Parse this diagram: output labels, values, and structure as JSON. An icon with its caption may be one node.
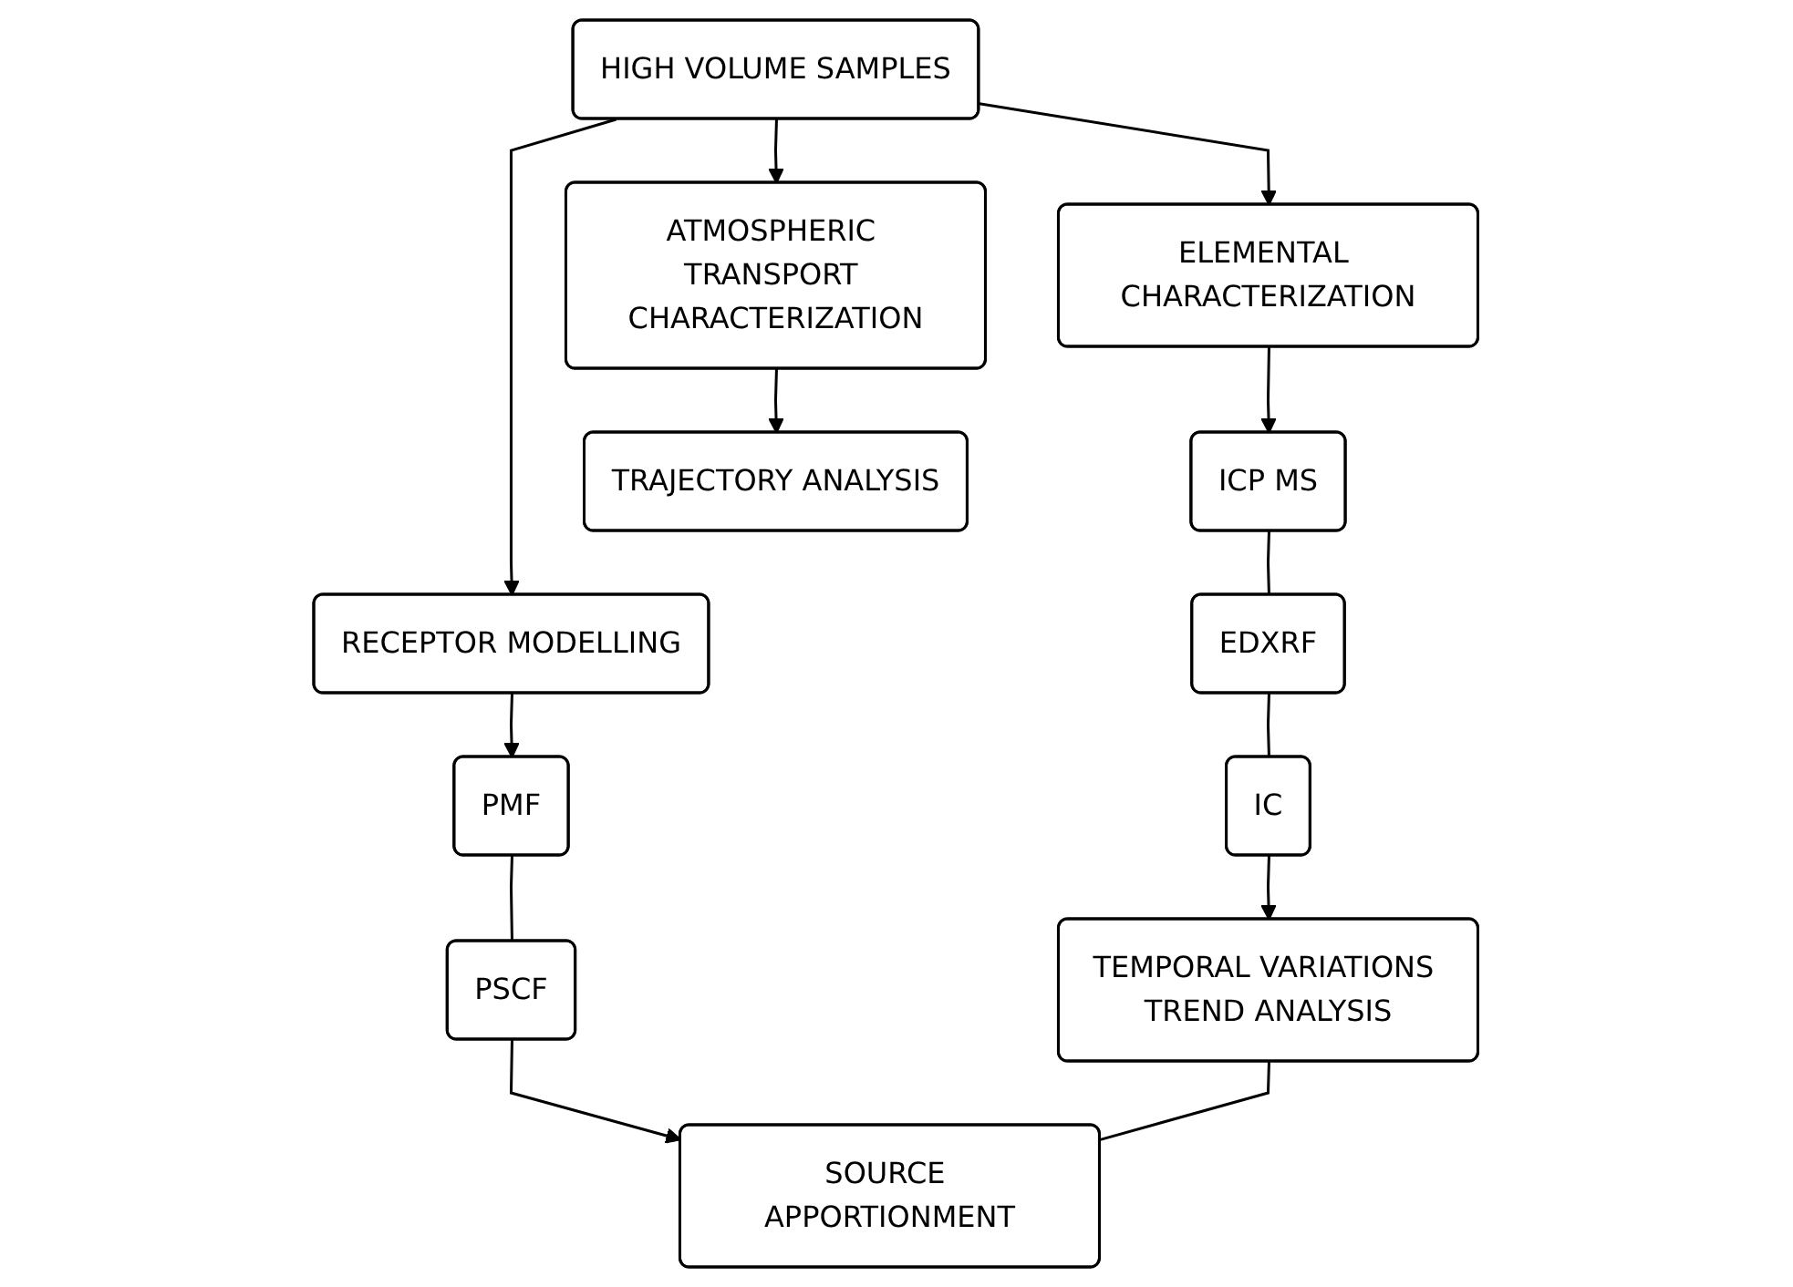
{
  "diagram": {
    "nodes": [
      {
        "text": [
          "HIGH VOLUME SAMPLES"
        ]
      },
      {
        "text": [
          "ELEMENTAL CHARACTERIZATION"
        ]
      },
      {
        "text": [
          "ATMOSPHERIC TRANSPORT CHARACTERIZATION"
        ]
      },
      {
        "text": [
          "RECEPTOR MODELLING"
        ]
      },
      {
        "text": [
          "ICP MS"
        ]
      },
      {
        "text": [
          "TRAJECTORY ANALYSIS"
        ]
      },
      {
        "text": [
          "PMF"
        ]
      },
      {
        "text": [
          "EDXRF"
        ]
      },
      {
        "text": [
          "PSCF"
        ]
      },
      {
        "text": [
          "IC"
        ]
      },
      {
        "text": [
          "TEMPORAL VARIATIONS TREND ANALYSIS"
        ]
      },
      {
        "text": [
          "SOURCE APPORTIONMENT"
        ]
      }
    ],
    "edges": [
      {
        "from": 0,
        "to": 1,
        "arrow": "to"
      },
      {
        "from": 0,
        "to": 2,
        "arrow": "to"
      },
      {
        "from": 0,
        "to": 3,
        "arrow": "to"
      },
      {
        "from": 1,
        "to": 4,
        "arrow": "to"
      },
      {
        "from": 2,
        "to": 5,
        "arrow": "to"
      },
      {
        "from": 3,
        "to": 6,
        "arrow": "to"
      },
      {
        "from": 4,
        "to": 7,
        "arrow": "none"
      },
      {
        "from": 6,
        "to": 8,
        "arrow": "none"
      },
      {
        "from": 7,
        "to": 9,
        "arrow": "none"
      },
      {
        "from": 9,
        "to": 10,
        "arrow": "to"
      },
      {
        "from": 8,
        "to": 11,
        "arrow": "to"
      },
      {
        "from": 10,
        "to": 11,
        "arrow": "none"
      }
    ]
  }
}
